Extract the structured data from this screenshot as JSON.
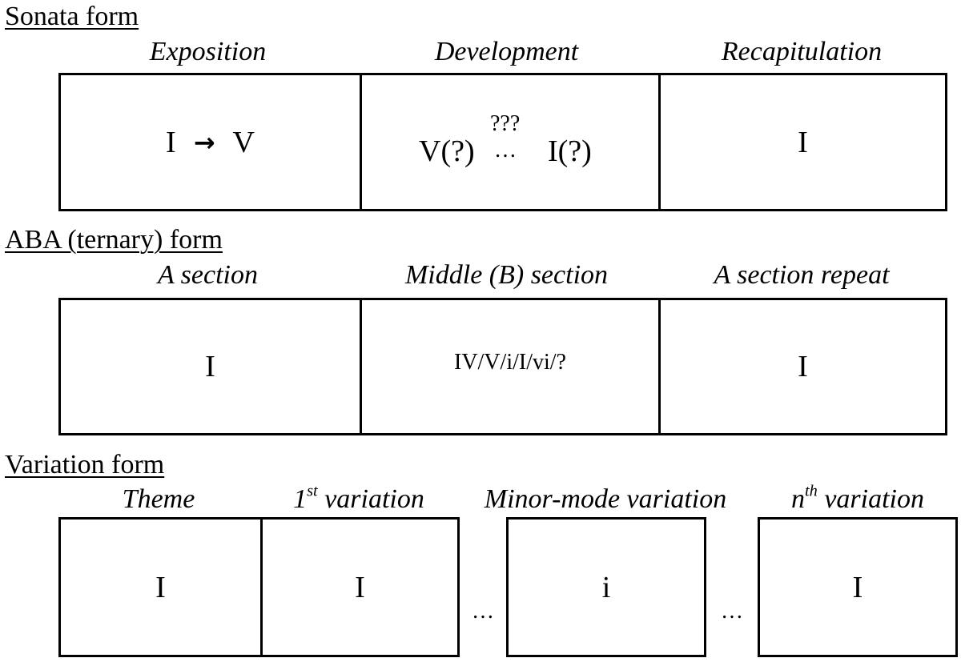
{
  "sonata": {
    "title": "Sonata form",
    "headers": [
      "Exposition",
      "Development",
      "Recapitulation"
    ],
    "cells": {
      "exposition_from": "I",
      "exposition_arrow": "→",
      "exposition_to": "V",
      "development_start": "V(?)",
      "development_top": "???",
      "development_dots": "…",
      "development_end": "I(?)",
      "recapitulation": "I"
    }
  },
  "ternary": {
    "title": "ABA (ternary) form",
    "headers": [
      "A section",
      "Middle (B) section",
      "A section repeat"
    ],
    "cells": [
      "I",
      "IV/V/i/I/vi/?",
      "I"
    ]
  },
  "variation": {
    "title": "Variation form",
    "headers": {
      "theme": "Theme",
      "first_num": "1",
      "first_sup": "st",
      "first_rest": " variation",
      "minor": "Minor-mode variation",
      "nth_num": "n",
      "nth_sup": "th",
      "nth_rest": " variation"
    },
    "cells": [
      "I",
      "I",
      "i",
      "I"
    ],
    "ellipsis": "…"
  }
}
